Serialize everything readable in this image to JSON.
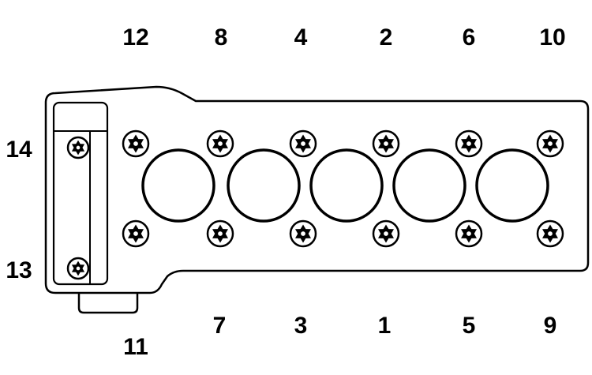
{
  "diagram": {
    "stroke_color": "#000000",
    "background_color": "#ffffff",
    "cylinder_count": 5,
    "bolt_labels": {
      "b12": "12",
      "b8": "8",
      "b4": "4",
      "b2": "2",
      "b6": "6",
      "b10": "10",
      "b14": "14",
      "b13": "13",
      "b11": "11",
      "b7": "7",
      "b3": "3",
      "b1": "1",
      "b5": "5",
      "b9": "9"
    }
  }
}
